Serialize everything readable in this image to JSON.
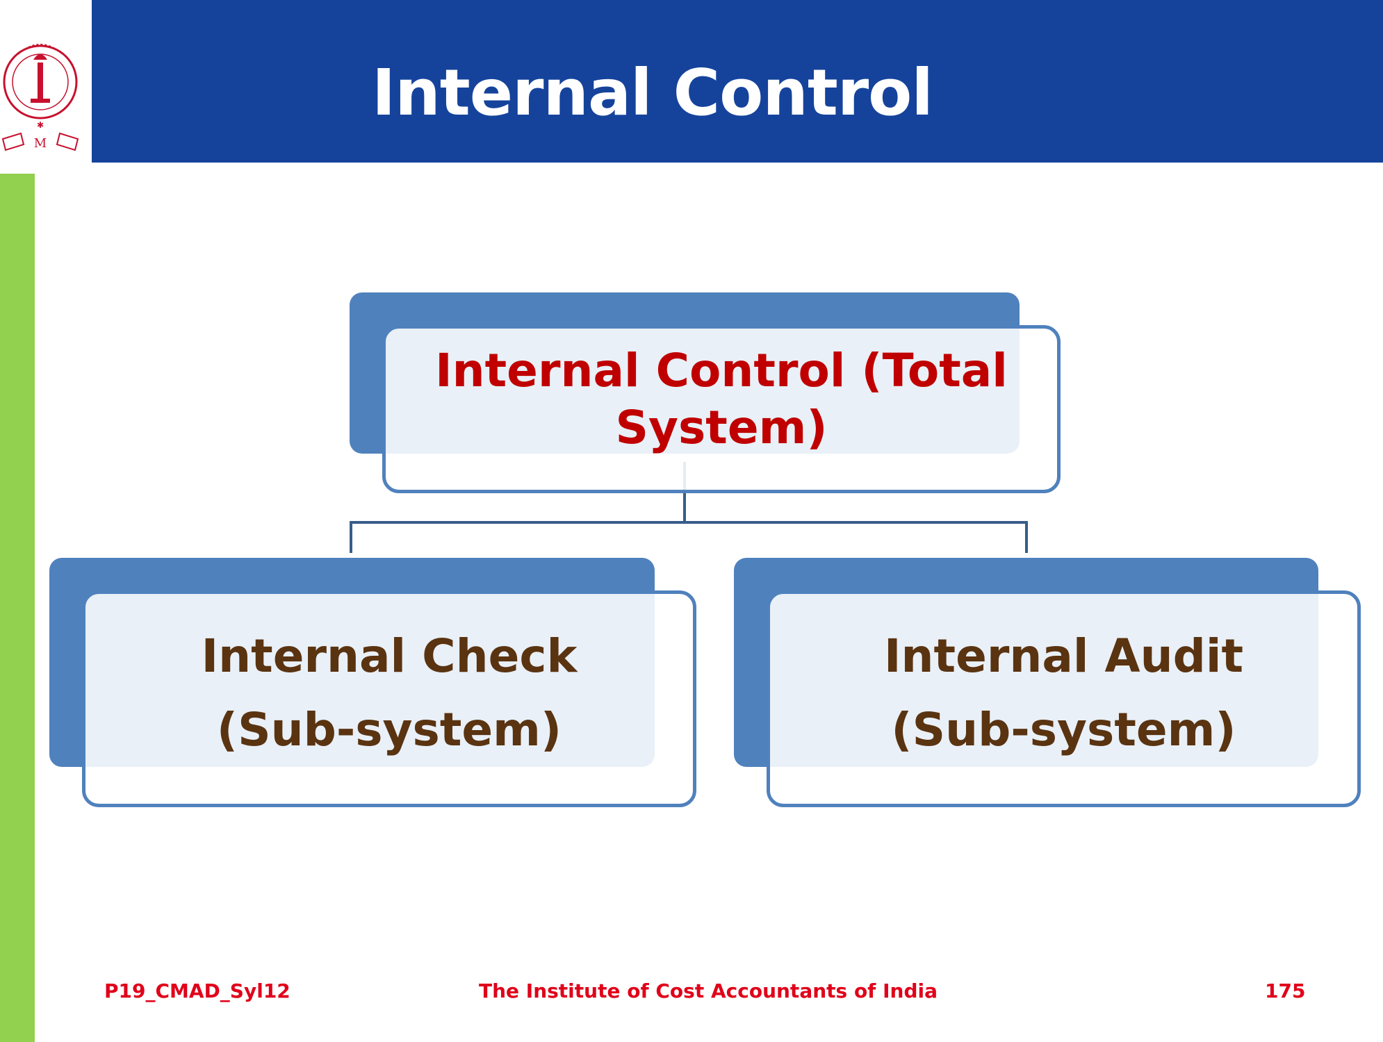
{
  "slide": {
    "title": "Internal Control"
  },
  "diagram": {
    "root": {
      "lines": [
        "Internal Control (Total",
        "System)"
      ]
    },
    "children": [
      {
        "lines": [
          "Internal Check",
          "(Sub-system)"
        ]
      },
      {
        "lines": [
          "Internal Audit",
          "(Sub-system)"
        ]
      }
    ]
  },
  "footer": {
    "left": "P19_CMAD_Syl12",
    "center": "The Institute of Cost Accountants of India",
    "page_number": "175"
  },
  "colors": {
    "header": "#15439c",
    "side_bar": "#92d050",
    "box_blue": "#4f81bd",
    "root_text": "#c00000",
    "child_text": "#5a3311",
    "footer_text": "#e0001a"
  }
}
